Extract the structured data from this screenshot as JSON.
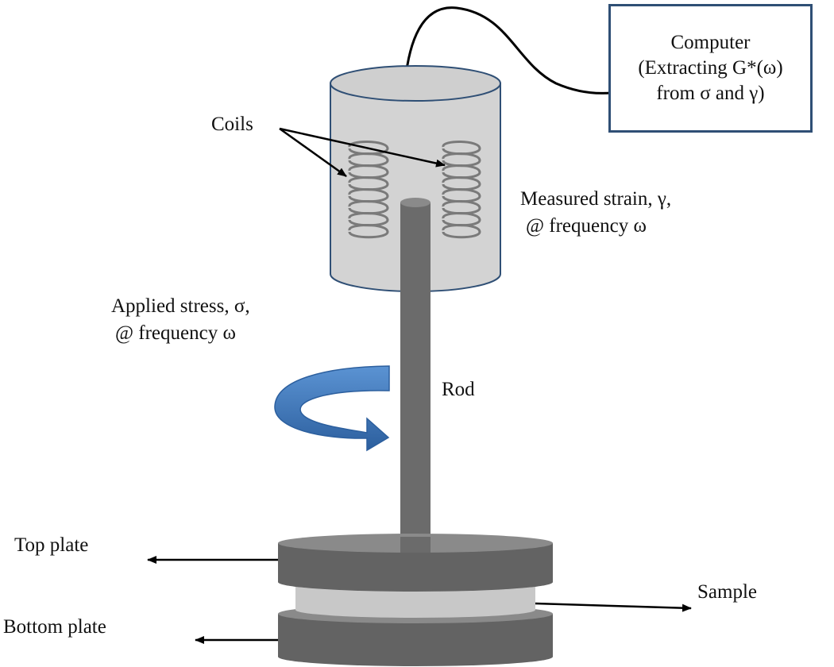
{
  "diagram": {
    "computer": {
      "line1": "Computer",
      "line2": "(Extracting G*(ω)",
      "line3": "from σ and γ)"
    },
    "labels": {
      "coils": "Coils",
      "measured_strain_line1": "Measured strain, γ,",
      "measured_strain_line2": "@ frequency ω",
      "applied_stress_line1": "Applied stress, σ,",
      "applied_stress_line2": "@ frequency ω",
      "rod": "Rod",
      "top_plate": "Top plate",
      "bottom_plate": "Bottom plate",
      "sample": "Sample"
    },
    "colors": {
      "housing_fill": "#d3d3d3",
      "housing_stroke": "#2f4f75",
      "rod": "#6b6b6b",
      "plate": "#636363",
      "plate_top_face": "#8a8a8a",
      "sample": "#c8c8c8",
      "rotation_arrow": "#3a72b8",
      "coil": "#7a7a7a"
    }
  }
}
